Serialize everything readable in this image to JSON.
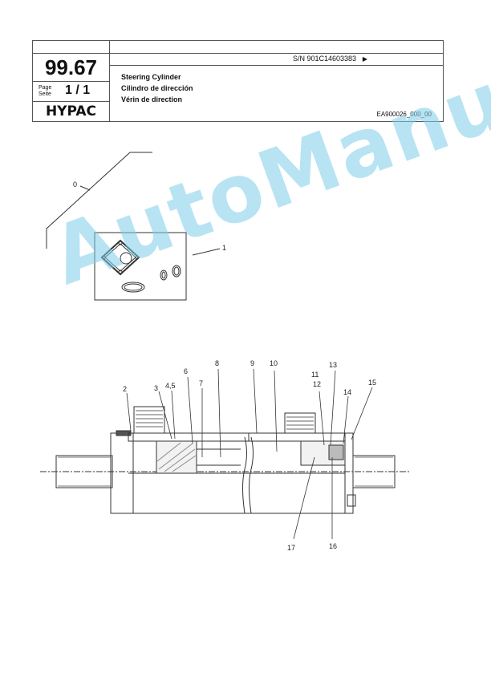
{
  "header": {
    "catalog_number": "99.67",
    "page_label_1": "Page",
    "page_label_2": "Seite",
    "page_value": "1 / 1",
    "brand": "HYPAC",
    "serial_number": "S/N 901C14603383",
    "arrow": "▶",
    "title_en": "Steering Cylinder",
    "title_es": "Cilindro de dirección",
    "title_fr": "Vérin de direction",
    "doc_ref": "EA900026_000_00"
  },
  "callouts": {
    "c0": "0",
    "c1": "1",
    "c2": "2",
    "c3": "3",
    "c45": "4,5",
    "c6": "6",
    "c7": "7",
    "c8": "8",
    "c9": "9",
    "c10": "10",
    "c11": "11",
    "c12": "12",
    "c13": "13",
    "c14": "14",
    "c15": "15",
    "c16": "16",
    "c17": "17"
  },
  "watermark": "AutoManual"
}
